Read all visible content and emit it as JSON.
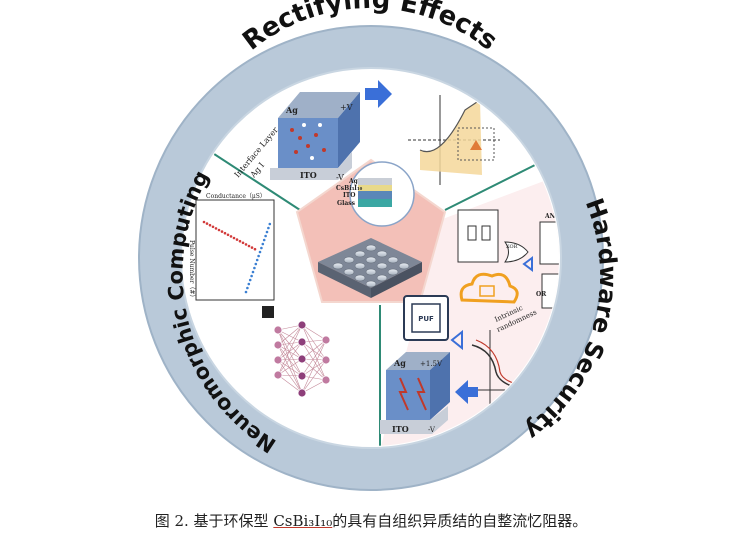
{
  "sections": {
    "top": "Rectifying Effects",
    "right": "Hardware Security",
    "left": "Neuromorphic Computing"
  },
  "panel_rectifying": {
    "layer_top": "Ag",
    "layer_bottom": "ITO",
    "side_label_1": "Interface Layer",
    "side_label_2": "Ag I",
    "plus_v": "+V",
    "minus_v": "-V"
  },
  "center_stack": {
    "layers": [
      "Ag",
      "CsBi₃I₁₀",
      "ITO",
      "Glass"
    ]
  },
  "panel_security": {
    "puf_chip": "PUF",
    "xor_gate": "XOR",
    "and_gate": "AND",
    "or_gate": "OR",
    "randomness_label_1": "Intrinsic",
    "randomness_label_2": "randomness",
    "device_top": "Ag",
    "device_bottom": "ITO",
    "plus_v": "+1.5V",
    "minus_v": "-V"
  },
  "panel_neuro": {
    "y_axis": "Conductance（μS）",
    "x_axis": "Pulse Number（#）"
  },
  "caption": {
    "prefix": "图 2. 基于环保型 ",
    "formula": "CsBi₃I₁₀",
    "suffix": "的具有自组织异质结的自整流忆阻器。"
  },
  "colors": {
    "ring": "#b9c9d9",
    "ring_edge": "#9fb3c7",
    "divider": "#2e8a75",
    "pentagon": "#f3c0b8",
    "arrow_blue": "#3a6fd8",
    "device_blue": "#6a8fc8",
    "highlight_yellow": "#f5d79a"
  }
}
